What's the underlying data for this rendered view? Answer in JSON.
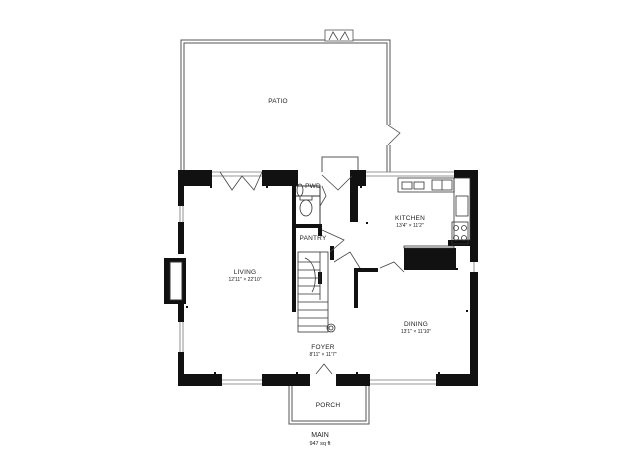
{
  "rooms": {
    "patio": {
      "name": "PATIO"
    },
    "pwd": {
      "name": "PWD"
    },
    "kitchen": {
      "name": "KITCHEN",
      "dims": "13'4\" × 11'2\""
    },
    "pantry": {
      "name": "PANTRY"
    },
    "living": {
      "name": "LIVING",
      "dims": "12'11\" × 22'10\""
    },
    "dining": {
      "name": "DINING",
      "dims": "13'1\" × 11'10\""
    },
    "foyer": {
      "name": "FOYER",
      "dims": "8'11\" × 11'7\""
    },
    "porch": {
      "name": "PORCH"
    }
  },
  "floor": {
    "name": "MAIN",
    "area": "947 sq ft"
  },
  "colors": {
    "wall": "#111111",
    "line": "#555555",
    "background": "#ffffff"
  }
}
